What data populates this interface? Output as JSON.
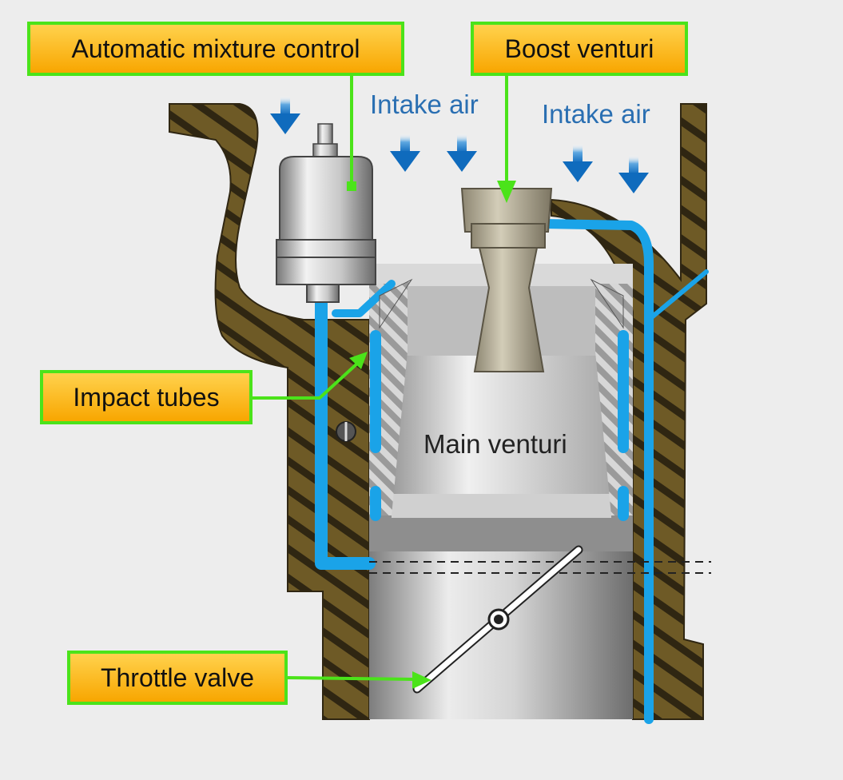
{
  "labels": {
    "automatic_mixture_control": "Automatic mixture control",
    "boost_venturi": "Boost venturi",
    "intake_air_left": "Intake air",
    "intake_air_right": "Intake air",
    "impact_tubes": "Impact tubes",
    "main_venturi": "Main venturi",
    "throttle_valve": "Throttle valve"
  },
  "colors": {
    "background": "#ededed",
    "callout_border": "#4be31a",
    "callout_fill_top": "#ffd24d",
    "callout_fill_bottom": "#f8a600",
    "leader_line": "#4be31a",
    "housing": "#6e5a26",
    "housing_stripe": "#2f2612",
    "fuel_passage": "#1aa3e8",
    "air_arrow": "#0f6bbd",
    "air_text": "#2a6fb2"
  },
  "icons": [
    "down-arrow-icon",
    "throttle-pivot-icon"
  ]
}
